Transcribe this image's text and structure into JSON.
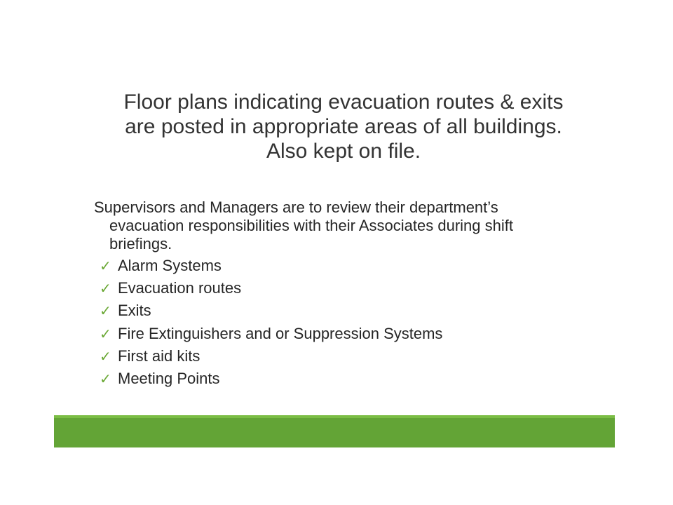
{
  "title_lines": [
    "Floor plans indicating evacuation routes & exits",
    "are posted in appropriate areas of all buildings.",
    "Also kept on file."
  ],
  "intro_lines": [
    "Supervisors and Managers are to review their department’s",
    "evacuation responsibilities with their Associates during shift",
    "briefings."
  ],
  "checklist": {
    "marker": "✓",
    "items": [
      "Alarm Systems",
      "Evacuation routes",
      "Exits",
      "Fire Extinguishers and or Suppression Systems",
      "First aid kits",
      "Meeting Points"
    ]
  },
  "colors": {
    "accent_green": "#63a436",
    "accent_green_light": "#7bbd45",
    "check_green": "#6aa834",
    "text": "#262626"
  }
}
